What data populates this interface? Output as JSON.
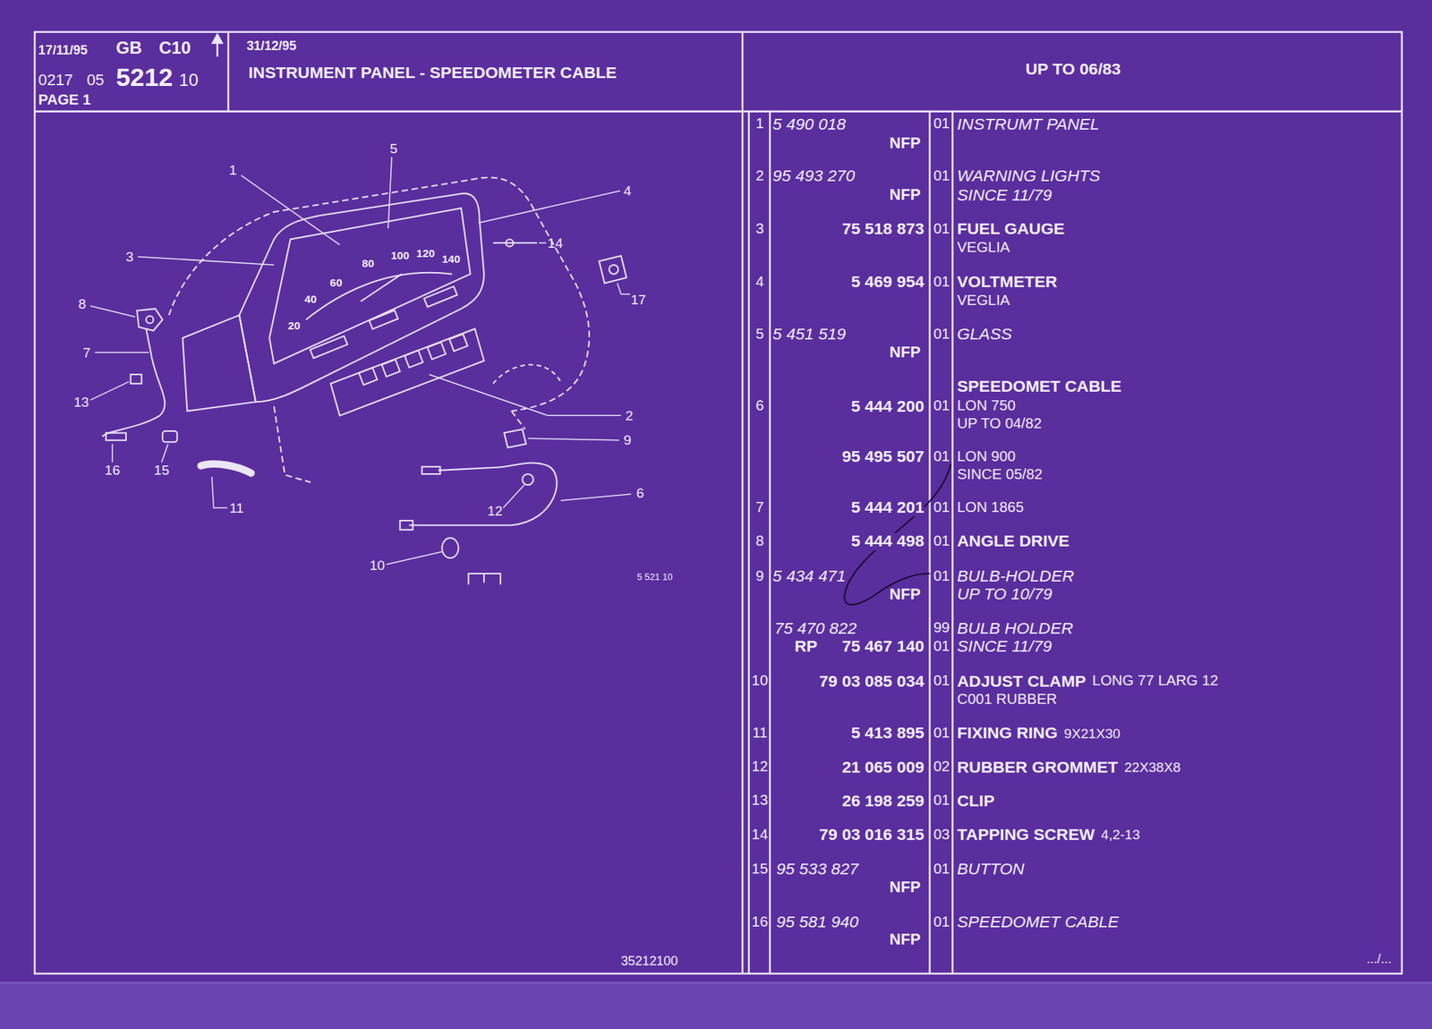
{
  "diagram": {
    "title": "INSTRUMENT PANEL - SPEEDOMETER CABLE",
    "labels": [
      "17/11/95",
      "GB",
      "C10",
      "0217",
      "05",
      "5212",
      "10",
      "PAGE 1",
      "31/12/95",
      "UP TO 06/83",
      "1",
      "5",
      "4",
      "14",
      "3",
      "8",
      "17",
      "7",
      "13",
      "2",
      "9",
      "16",
      "15",
      "6",
      "11",
      "12",
      "10",
      "20",
      "40",
      "60",
      "80",
      "100",
      "120",
      "140",
      "5 521 10",
      "35212100",
      "1",
      "5 490 018",
      "NFP",
      "01",
      "INSTRUMT PANEL",
      "2",
      "95 493 270",
      "NFP",
      "01",
      "WARNING LIGHTS",
      "SINCE 11/79",
      "3",
      "75 518 873",
      "01",
      "FUEL GAUGE",
      "VEGLIA",
      "4",
      "5 469 954",
      "01",
      "VOLTMETER",
      "VEGLIA",
      "5",
      "5 451 519",
      "NFP",
      "01",
      "GLASS",
      "SPEEDOMET CABLE",
      "6",
      "5 444 200",
      "01",
      "LON 750",
      "UP TO 04/82",
      "95 495 507",
      "01",
      "LON 900",
      "SINCE 05/82",
      "7",
      "5 444 201",
      "01",
      "LON 1865",
      "8",
      "5 444 498",
      "01",
      "ANGLE DRIVE",
      "9",
      "5 434 471",
      "NFP",
      "01",
      "BULB-HOLDER",
      "UP TO 10/79",
      "75 470 822",
      "99",
      "BULB HOLDER",
      "RP",
      "75 467 140",
      "01",
      "SINCE 11/79",
      "10",
      "79 03 085 034",
      "01",
      "ADJUST CLAMP",
      "LONG 77 LARG 12",
      "C001 RUBBER",
      "11",
      "5 413 895",
      "01",
      "FIXING RING",
      "9X21X30",
      "12",
      "21 065 009",
      "02",
      "RUBBER GROMMET",
      "22X38X8",
      "13",
      "26 198 259",
      "01",
      "CLIP",
      "14",
      "79 03 016 315",
      "03",
      "TAPPING SCREW",
      "4,2-13",
      "15",
      "95 533 827",
      "NFP",
      "01",
      "BUTTON",
      "16",
      "95 581 940",
      "NFP",
      "01",
      "SPEEDOMET CABLE",
      ".../..."
    ]
  }
}
